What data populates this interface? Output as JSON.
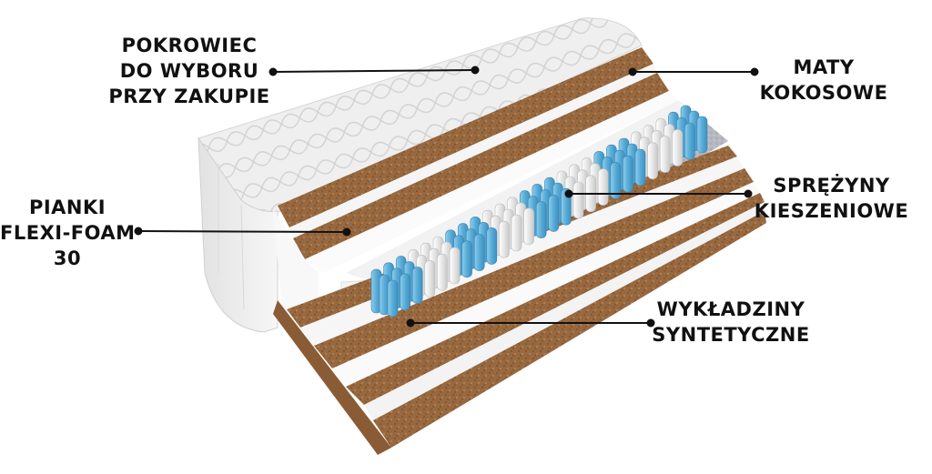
{
  "labels": {
    "cover": [
      "POKROWIEC",
      "DO WYBORU",
      "PRZY ZAKUPIE"
    ],
    "coconut": [
      "MATY",
      "KOKOSOWE"
    ],
    "springs": [
      "SPRĘŻYNY",
      "KIESZENIOWE"
    ],
    "foam": [
      "PIANKI",
      "FLEXI-FOAM",
      "30"
    ],
    "synthetic": [
      "WYKŁADZINY",
      "SYNTETYCZNE"
    ]
  },
  "colors": {
    "text": "#111111",
    "leader": "#111111",
    "cover": "#ececec",
    "coconut": "#9a6a45",
    "foam": "#f3f3f3",
    "felt": "#b9bcc2",
    "spring_blue": "#5aaed8",
    "spring_white": "#e8e8e8"
  }
}
